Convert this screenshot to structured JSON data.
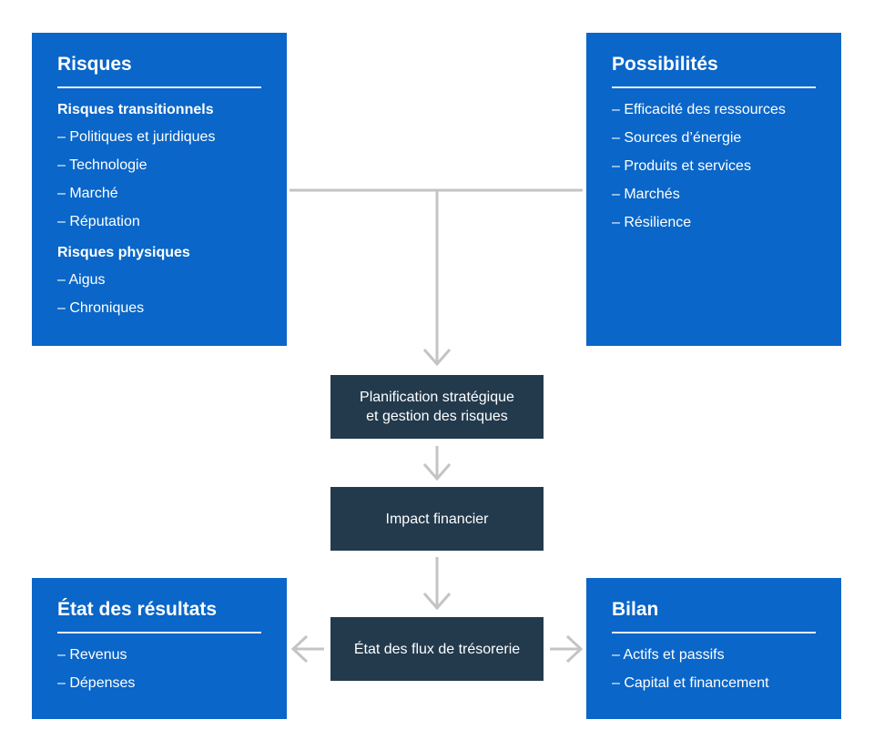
{
  "risks": {
    "title": "Risques",
    "transitional_heading": "Risques transitionnels",
    "transitional_items": [
      "Politiques et juridiques",
      "Technologie",
      "Marché",
      "Réputation"
    ],
    "physical_heading": "Risques physiques",
    "physical_items": [
      "Aigus",
      "Chroniques"
    ]
  },
  "opportunities": {
    "title": "Possibilités",
    "items": [
      "Efficacité des ressources",
      "Sources d’énergie",
      "Produits et services",
      "Marchés",
      "Résilience"
    ]
  },
  "flow": {
    "strategic_line1": "Planification stratégique",
    "strategic_line2": "et gestion des risques",
    "financial_impact": "Impact financier",
    "cash_flow": "État des flux de trésorerie"
  },
  "income_statement": {
    "title": "État des résultats",
    "items": [
      "Revenus",
      "Dépenses"
    ]
  },
  "balance_sheet": {
    "title": "Bilan",
    "items": [
      "Actifs et passifs",
      "Capital et financement"
    ]
  },
  "colors": {
    "box_blue": "#0a66c8",
    "box_dark": "#233a4d",
    "connector_gray": "#c4c4c4"
  }
}
